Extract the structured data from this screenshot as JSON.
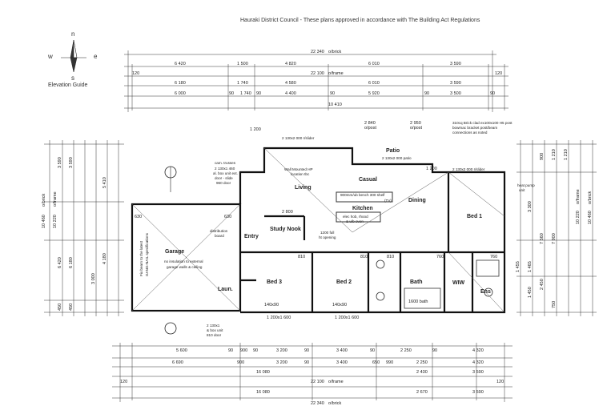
{
  "header": {
    "title": "Hauraki District Council - These plans approved in accordance with The Building Act Regulations"
  },
  "compass": {
    "n": "n",
    "s": "s",
    "e": "e",
    "w": "w",
    "label": "Elevation Guide"
  },
  "rooms": {
    "garage": "Garage",
    "living": "Living",
    "casual": "Casual",
    "patio": "Patio",
    "kitchen": "Kitchen",
    "dining": "Dining",
    "bed1": "Bed 1",
    "study": "Study Nook",
    "entry": "Entry",
    "laun": "Laun.",
    "bed3": "Bed 3",
    "bed2": "Bed 2",
    "bath": "Bath",
    "wiw": "WIW",
    "ens": "Ens"
  },
  "notes": {
    "garage_walls": "no insulation to external",
    "garage_walls2": "garage walls & ceiling",
    "heat_pump": "Wall Mounted HP",
    "heat_pump2": "location tbc",
    "slider_top": "2 130x2 000 r/slider",
    "slider_bed1": "2 130x2 000 r/slider",
    "patio_door": "2 130x2 000 patio",
    "opening": "1200 full",
    "opening2": "ht opening",
    "distribution": "distribution",
    "distribution2": "board",
    "beam": "Fix beam to the latest",
    "beam2": "GANG-NAIL specifications",
    "heat_pump_unit": "heat pump",
    "heat_pump_unit2": "unit",
    "brick_clad": "310cq Brick clad ex100x100 H5 post",
    "brick_clad2": "bowmac bracket post/beam",
    "brick_clad3": "connections as noted",
    "cam": "cam. trusses",
    "pipe": "2 130x1 460",
    "pipe2": "al. box unit ext.",
    "pipe3": "door - slide",
    "pipe4": "960 door",
    "bench": "900mm/ub bench 300 shelf",
    "hw": "(TV)",
    "cyl": "elec hob, rhood",
    "cyl2": "& u/b oven",
    "ldoor": "2 130x1",
    "ldoor2": "& box unit",
    "ldoor3": "810 door"
  },
  "dims": {
    "top_total": "22 340",
    "top_total_lbl": "o/brick",
    "top_frame": "22 100",
    "top_frame_lbl": "o/frame",
    "top_total_b": "22 340",
    "top_total_b_lbl": "o/brick",
    "top_frame_b": "22 100",
    "top_frame_b_lbl": "o/frame",
    "top_row1": [
      "6 420",
      "1 500",
      "4 820",
      "6 010",
      "3 590"
    ],
    "top_row2": [
      "6 180",
      "1 740",
      "4 580",
      "6 010",
      "3 590"
    ],
    "top_row3": [
      "6 000",
      "90",
      "1 740",
      "90",
      "4 400",
      "90",
      "5 920",
      "90",
      "3 500",
      "90"
    ],
    "top_row3_sub": "10 410",
    "bot_row1": [
      "5 600",
      "90",
      "900",
      "90",
      "3 200",
      "90",
      "3 400",
      "90",
      "2 250",
      "90",
      "4 320"
    ],
    "bot_row2": [
      "6 690",
      "900",
      "3 200",
      "90",
      "3 400",
      "650",
      "990",
      "2 250",
      "4 320"
    ],
    "bot_row3": [
      "16 080",
      "2 430",
      "3 590"
    ],
    "bot_row4": [
      "16 080",
      "2 670",
      "3 590"
    ],
    "edge_120": "120",
    "left_vert": [
      "3 590",
      "3 590",
      "5 410",
      "10 460",
      "10 220",
      "6 420",
      "6 180",
      "4 180",
      "3 000",
      "450",
      "450"
    ],
    "left_vert_lbl": [
      "o/brick",
      "o/frame"
    ],
    "right_vert": [
      "900",
      "1 210",
      "1 210",
      "7 560",
      "7 900",
      "10 220",
      "10 460",
      "3 300",
      "1 465",
      "1 455",
      "2 450",
      "1 450",
      "750"
    ],
    "right_vert_lbl": [
      "o/frame",
      "o/brick"
    ],
    "patio": [
      "2 840",
      "2 950"
    ],
    "patio_sub": [
      "o/post",
      "o/post"
    ],
    "misc": [
      "630",
      "630",
      "2 800",
      "1 200",
      "810",
      "810",
      "810",
      "760",
      "760",
      "140x90",
      "140x90",
      "1 200x1 600",
      "1 200x1 600",
      "1600 bath",
      "1 200"
    ]
  }
}
